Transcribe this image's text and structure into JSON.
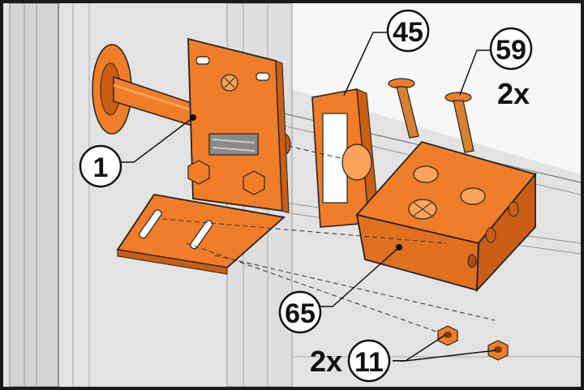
{
  "figure": {
    "callouts": [
      {
        "id": "part-1",
        "number": "1"
      },
      {
        "id": "part-45",
        "number": "45"
      },
      {
        "id": "part-59",
        "number": "59",
        "quantity": "2x"
      },
      {
        "id": "part-65",
        "number": "65"
      },
      {
        "id": "part-11",
        "number": "11",
        "quantity": "2x"
      }
    ]
  },
  "colors": {
    "part_orange": "#f07d2a",
    "part_orange_dark": "#c95e14",
    "part_orange_light": "#f9a45a",
    "background_panel": "#d9d9d9",
    "frame": "#1a1a1a"
  }
}
